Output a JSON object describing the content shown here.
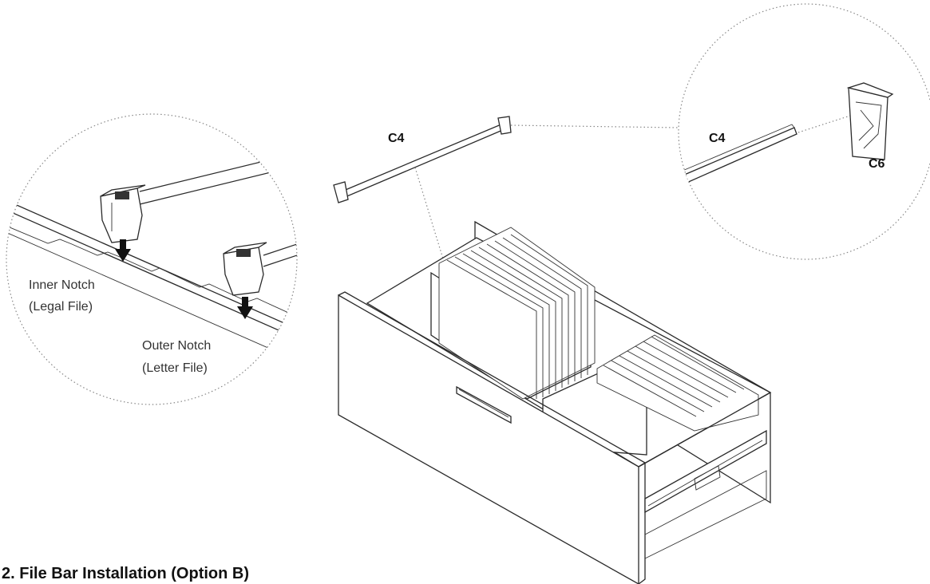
{
  "labels": {
    "c4_main": "C4",
    "c4_detail": "C4",
    "c6_detail": "C6",
    "inner_notch": "Inner Notch",
    "inner_notch_type": "(Legal File)",
    "outer_notch": "Outer Notch",
    "outer_notch_type": "(Letter File)"
  },
  "section_title": "2.  File Bar Installation (Option B)"
}
